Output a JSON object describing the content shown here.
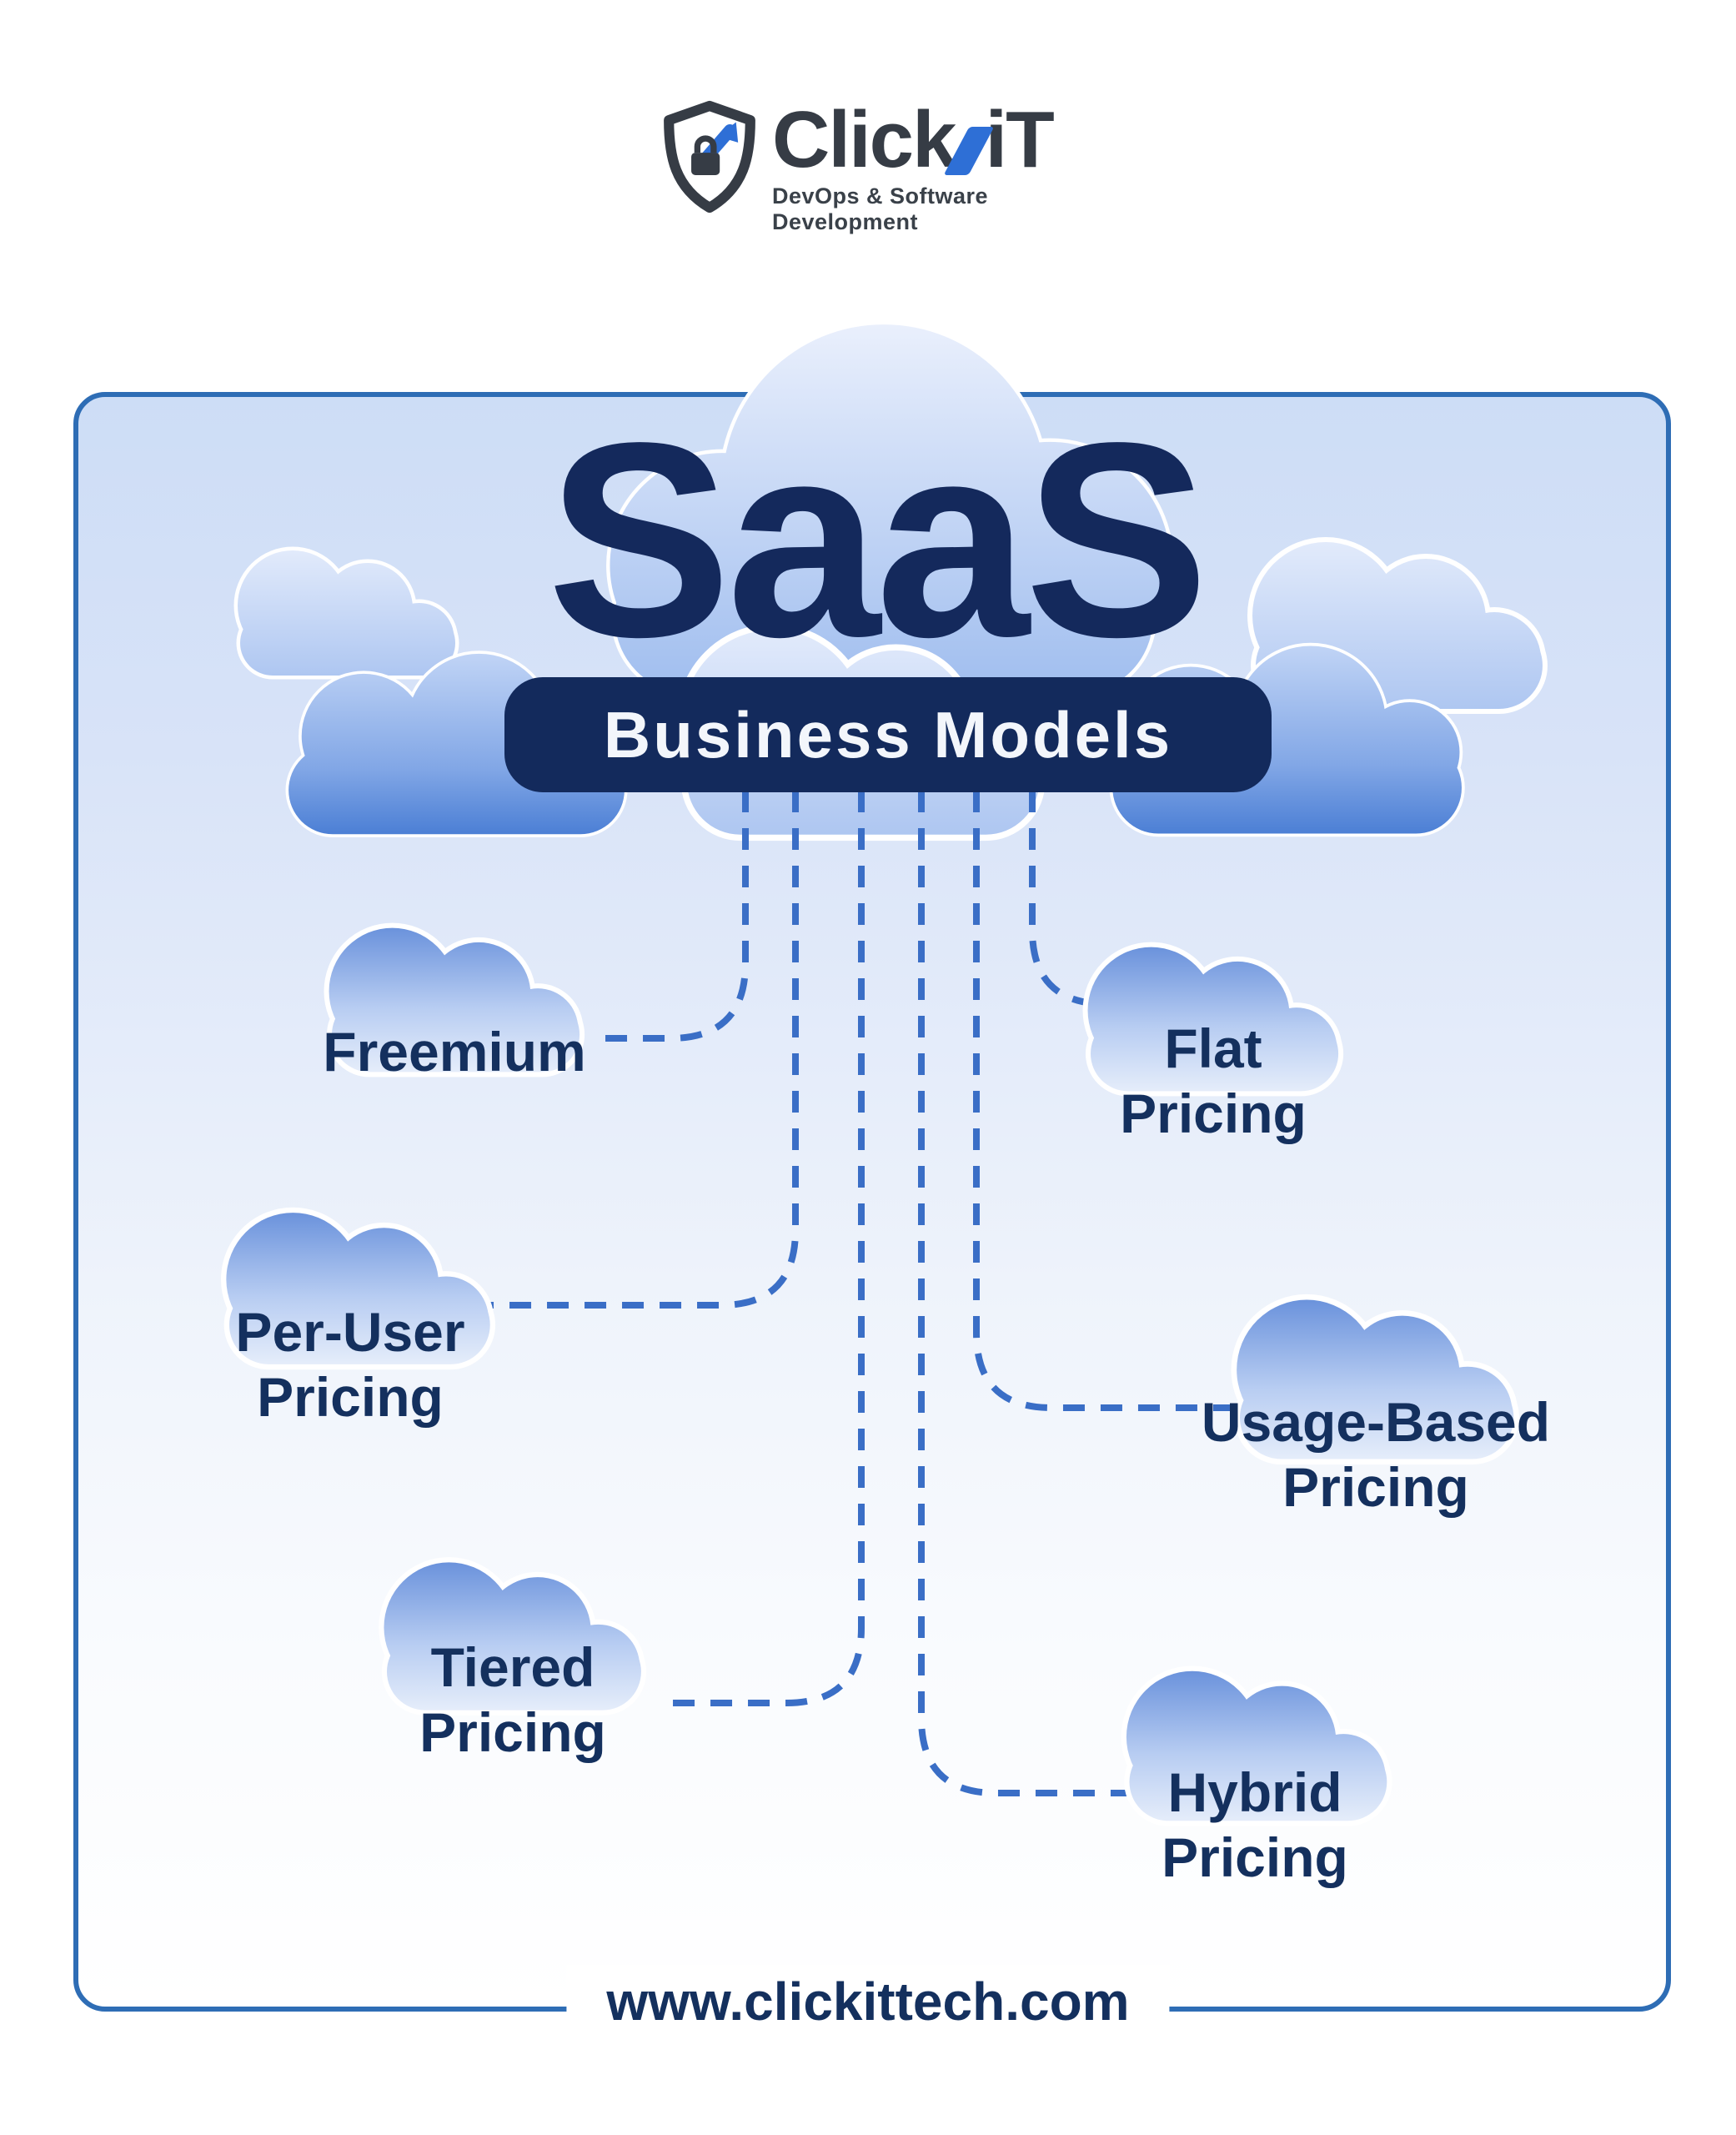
{
  "logo": {
    "brand_part1": "Click",
    "brand_part2": "iT",
    "tagline": "DevOps & Software Development"
  },
  "hero": {
    "title": "SaaS",
    "banner": "Business Models"
  },
  "models": [
    {
      "id": "freemium",
      "lines": [
        "Freemium"
      ]
    },
    {
      "id": "flat",
      "lines": [
        "Flat",
        "Pricing"
      ]
    },
    {
      "id": "per-user",
      "lines": [
        "Per-User",
        "Pricing"
      ]
    },
    {
      "id": "usage-based",
      "lines": [
        "Usage-Based",
        "Pricing"
      ]
    },
    {
      "id": "tiered",
      "lines": [
        "Tiered",
        "Pricing"
      ]
    },
    {
      "id": "hybrid",
      "lines": [
        "Hybrid",
        "Pricing"
      ]
    }
  ],
  "footer": {
    "website": "www.clickittech.com"
  },
  "colors": {
    "navy": "#132a5c",
    "label_text": "#14305e",
    "dash_blue": "#3a6ec6",
    "card_border": "#2e6db5",
    "logo_blue": "#2e6fd6",
    "logo_dark": "#363c45"
  }
}
